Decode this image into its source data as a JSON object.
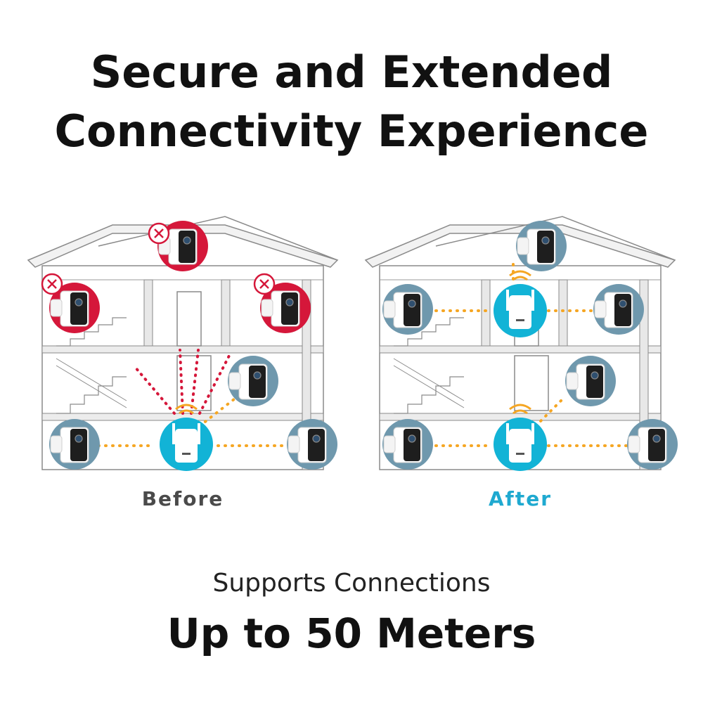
{
  "headline": {
    "line1": "Secure and Extended",
    "line2": "Connectivity Experience"
  },
  "panels": {
    "before": {
      "label": "Before"
    },
    "after": {
      "label": "After"
    }
  },
  "footer": {
    "line1": "Supports Connections",
    "line2": "Up to 50 Meters"
  },
  "colors": {
    "camera_ok": "#6f98ad",
    "camera_fail": "#d5173a",
    "extender": "#12b3d6",
    "link": "#f5a623",
    "blocked_link": "#d5173a",
    "after_label": "#1fa9d0",
    "before_label": "#4a4a4a"
  },
  "icons": {
    "camera": "security-camera-icon",
    "extender": "wifi-extender-icon",
    "fail": "error-x-icon",
    "signal": "wifi-signal-icon"
  }
}
